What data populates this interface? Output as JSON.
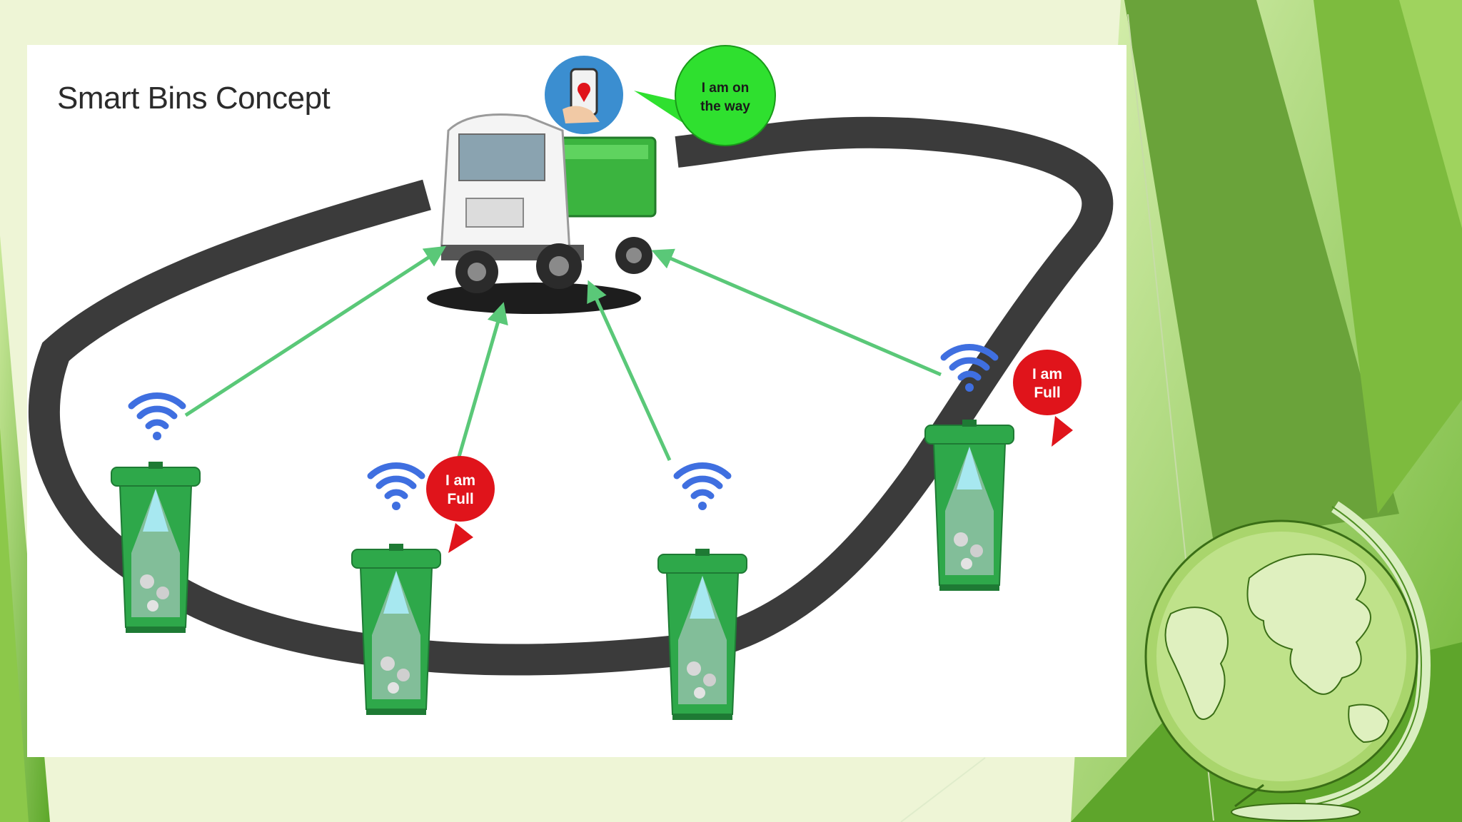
{
  "slide": {
    "title": "Smart Bins Concept",
    "colors": {
      "road": "#3b3b3b",
      "arrow": "#5ac878",
      "wifi": "#3f6fe0",
      "bin": "#2ea84a",
      "full_bubble": "#e0141b",
      "truck_bubble": "#2fe02f",
      "theme_green": "#7cc142"
    }
  },
  "truck": {
    "message_line1": "I am on",
    "message_line2": "the way",
    "phone_icon": "smartphone-location-icon"
  },
  "bins": [
    {
      "id": "bin-1",
      "status_line1": "",
      "status_line2": ""
    },
    {
      "id": "bin-2",
      "status_line1": "I am",
      "status_line2": "Full"
    },
    {
      "id": "bin-3",
      "status_line1": "",
      "status_line2": ""
    },
    {
      "id": "bin-4",
      "status_line1": "I am",
      "status_line2": "Full"
    }
  ],
  "decor": {
    "globe_icon": "globe-icon",
    "wifi_icon": "wifi-icon"
  }
}
